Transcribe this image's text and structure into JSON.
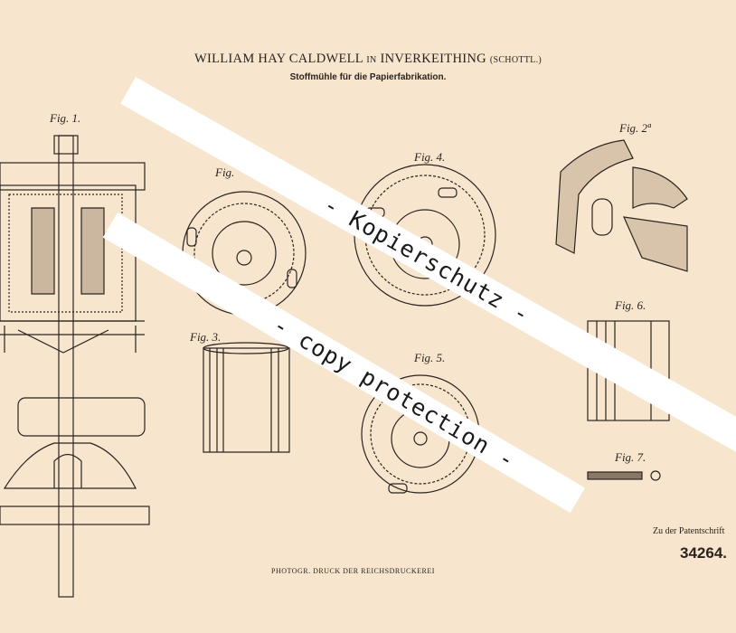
{
  "header": {
    "inventor": "WILLIAM HAY CALDWELL",
    "in": "IN",
    "place": "INVERKEITHING",
    "country": "(SCHOTTL.)",
    "subtitle": "Stoffmühle für die Papierfabrikation."
  },
  "figures": {
    "fig1": "Fig. 1.",
    "fig2": "Fig.",
    "fig2a": "Fig. 2ª",
    "fig3": "Fig. 3.",
    "fig4": "Fig. 4.",
    "fig5": "Fig. 5.",
    "fig6": "Fig. 6.",
    "fig7": "Fig. 7."
  },
  "footer": {
    "printer": "PHOTOGR. DRUCK DER REICHSDRUCKEREI",
    "reference_label": "Zu der Patentschrift",
    "patent_number": "34264."
  },
  "watermark": {
    "line1": "- Kopierschutz -",
    "line2": "- copy protection -"
  },
  "colors": {
    "paper": "#f7e5cd",
    "ink": "#2a2420",
    "watermark_band": "#ffffff"
  }
}
